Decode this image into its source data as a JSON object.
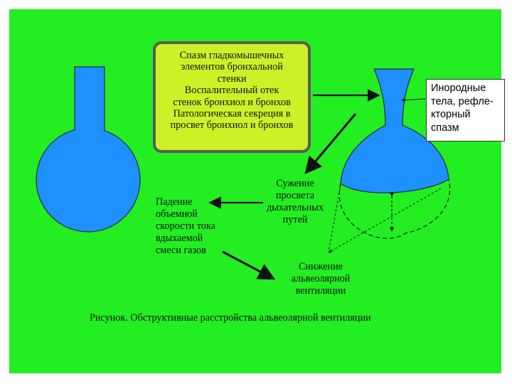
{
  "box": {
    "lines": [
      "Спазм гладкомышечных",
      "элементов бронхальной",
      "стенки",
      "Воспалительный отек",
      "стенок бронхиол и бронхов",
      "Патологическая секреция в",
      "просвет бронхиол и бронхов"
    ]
  },
  "narrowing": {
    "lines": [
      "Сужение",
      "просвета",
      "дыхательных",
      "путей"
    ]
  },
  "flow_drop": {
    "lines": [
      "Падение",
      "объемной",
      "скорости тока",
      "вдыхаемой",
      "смеси газов"
    ]
  },
  "ventilation_drop": {
    "lines": [
      "Снижение",
      "альвеолярной",
      "вентиляции"
    ]
  },
  "callout": {
    "lines": [
      "Инородные",
      "тела, рефле-",
      "кторный",
      "спазм"
    ]
  },
  "caption": "Рисунок. Обструктивные расстройства альвеолярной вентиляции",
  "colors": {
    "background": "#22ee22",
    "flask": "#1e90ff",
    "box": "#ccf227"
  }
}
